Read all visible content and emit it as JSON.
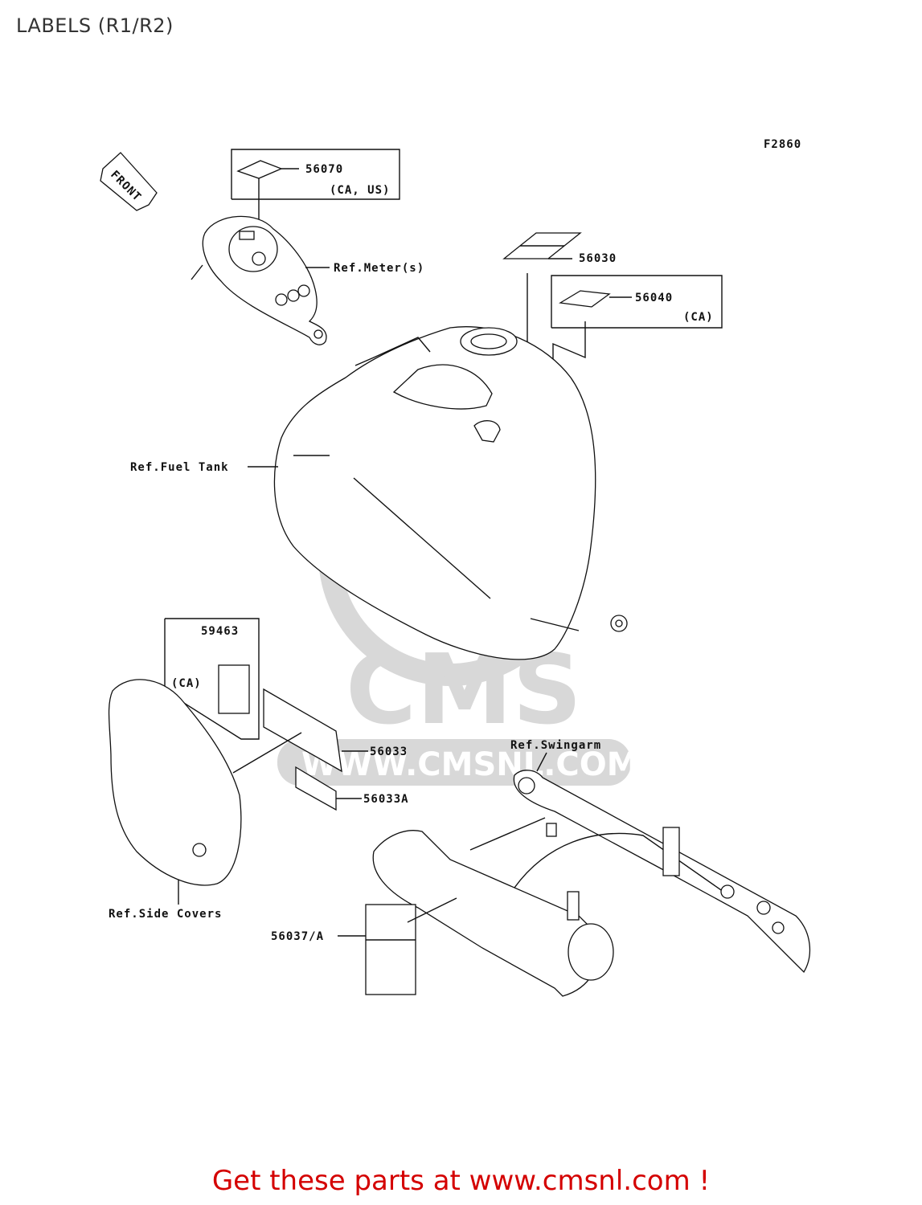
{
  "header": {
    "title": "LABELS (R1/R2)"
  },
  "diagram": {
    "figure_code": "F2860",
    "front_arrow": "FRONT",
    "parts": {
      "p56070": {
        "number": "56070",
        "note": "(CA, US)"
      },
      "p56030": {
        "number": "56030"
      },
      "p56040": {
        "number": "56040",
        "note": "(CA)"
      },
      "p59463": {
        "number": "59463",
        "note": "(CA)"
      },
      "p56033": {
        "number": "56033"
      },
      "p56033a": {
        "number": "56033A"
      },
      "p56037": {
        "number": "56037/A"
      }
    },
    "refs": {
      "meter": "Ref.Meter(s)",
      "fuel_tank": "Ref.Fuel Tank",
      "swingarm": "Ref.Swingarm",
      "side_covers": "Ref.Side Covers"
    },
    "watermark": {
      "brand": "CMS",
      "url": "WWW.CMSNL.COM"
    }
  },
  "footer": {
    "text": "Get these parts at www.cmsnl.com !"
  },
  "colors": {
    "footer_text": "#d40000",
    "watermark": "#d8d8d8",
    "line": "#111111"
  }
}
